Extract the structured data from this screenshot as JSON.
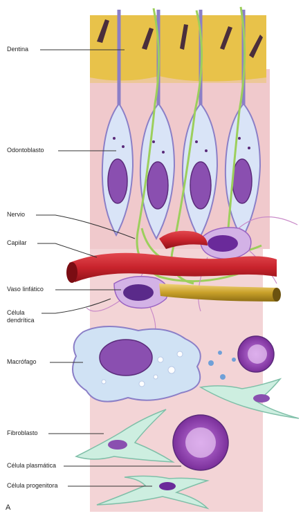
{
  "labels": {
    "dentina": "Dentina",
    "odontoblasto": "Odontoblasto",
    "nervio": "Nervio",
    "capilar": "Capilar",
    "vaso_linfatico": "Vaso linfático",
    "celula_dendritica_1": "Célula",
    "celula_dendritica_2": "dendrítica",
    "macrofago": "Macrófago",
    "fibroblasto": "Fibroblasto",
    "celula_plasmatica": "Célula plasmática",
    "celula_progenitora": "Célula progenitora"
  },
  "panel_letter": "A",
  "colors": {
    "dentin": "#e8c24a",
    "pulp": "#f3d4d6",
    "odontoblast": "#d9e4f7",
    "nucleus": "#8a4fb0",
    "capillary": "#c8232c",
    "lymph_vessel": "#c9a12a",
    "nerve": "#9ccf5c",
    "leader_line": "#333333"
  }
}
